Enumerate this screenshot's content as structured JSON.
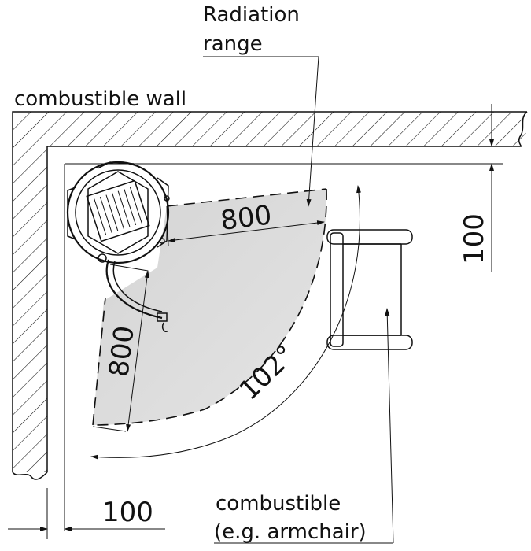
{
  "labels": {
    "radiation_line1": "Radiation",
    "radiation_line2": "range",
    "wall": "combustible wall",
    "combustible_line1": "combustible",
    "combustible_line2": "(e.g. armchair)"
  },
  "dimensions": {
    "top_range": "800",
    "left_range": "800",
    "angle": "102°",
    "right_clearance": "100",
    "bottom_clearance": "100"
  },
  "colors": {
    "ink": "#111111",
    "range_fill": "#d9d9d9",
    "background": "#ffffff"
  }
}
